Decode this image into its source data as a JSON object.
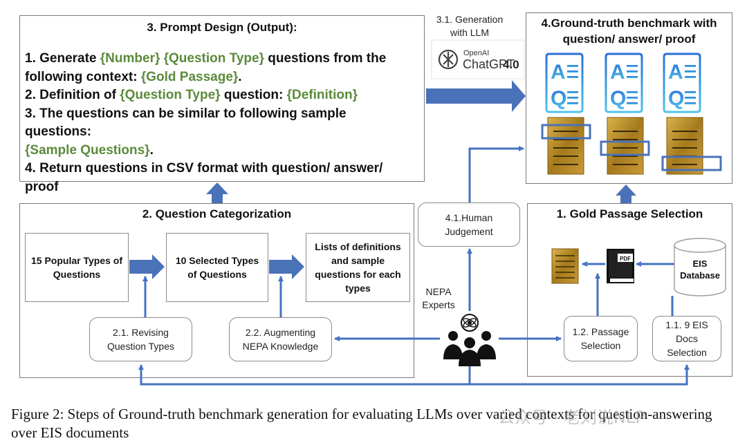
{
  "prompt_design": {
    "title": "3. Prompt Design (Output):",
    "line1_a": "1. Generate ",
    "line1_b": "{Number} {Question Type}",
    "line1_c": " questions from the",
    "line2_a": "following context: ",
    "line2_b": "{Gold Passage}",
    "line2_c": ".",
    "line3_a": "2. Definition of ",
    "line3_b": "{Question Type}",
    "line3_c": " question: ",
    "line3_d": "{Definition}",
    "line4": "3. The questions can be similar to following sample questions:",
    "line5_a": "{Sample Questions}",
    "line5_b": ".",
    "line6": "4. Return questions in CSV format with question/ answer/",
    "line7": "proof"
  },
  "generation": {
    "label_line1": "3.1. Generation",
    "label_line2": "with LLM",
    "logo_brand": "OpenAI",
    "logo_product": "ChatGPT",
    "logo_version": "4.0"
  },
  "benchmark": {
    "title_line1": "4.Ground-truth benchmark with",
    "title_line2": "question/ answer/ proof",
    "qa_letters": [
      "A",
      "Q"
    ]
  },
  "question_categorization": {
    "title": "2. Question Categorization",
    "box1": "15 Popular Types of Questions",
    "box2": "10 Selected Types of Questions",
    "box3": "Lists of definitions and sample questions for each types",
    "revising": "2.1. Revising Question Types",
    "augmenting": "2.2. Augmenting NEPA Knowledge"
  },
  "human_judgement": {
    "label": "4.1.Human Judgement"
  },
  "experts": {
    "label_line1": "NEPA",
    "label_line2": "Experts"
  },
  "gold_passage": {
    "title": "1. Gold Passage Selection",
    "database": "EIS Database",
    "pdf_label": "PDF",
    "passage_selection": "1.2. Passage Selection",
    "docs_selection": "1.1. 9 EIS Docs Selection"
  },
  "caption": "Figure 2: Steps of Ground-truth benchmark generation for evaluating LLMs over varied contexts for question-answering over EIS documents",
  "watermark": "公众号 · 老刘说NLP",
  "colors": {
    "arrow_blue": "#4a72b8",
    "line_blue": "#4472c4",
    "prompt_green": "#5b8a3a",
    "qa_gradient_top": "#2a6fd8",
    "qa_gradient_bottom": "#4fc3e8",
    "doc_gold": "#b8902a"
  },
  "icons": [
    "chatgpt-logo-icon",
    "qa-document-icon",
    "golden-document-icon",
    "pdf-book-icon",
    "database-cylinder-icon",
    "expert-group-icon"
  ]
}
